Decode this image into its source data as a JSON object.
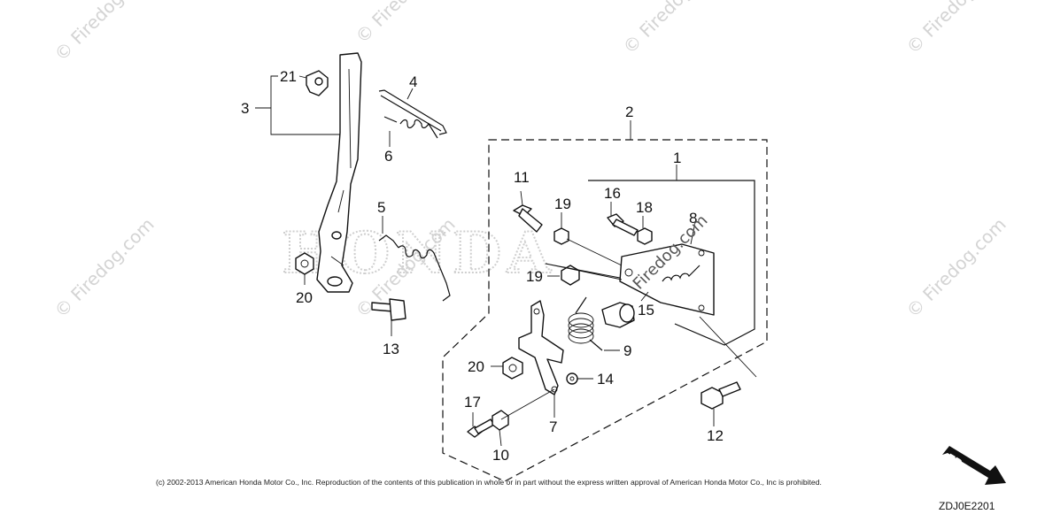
{
  "watermark": {
    "small_text": "© Firedog.com",
    "center_text": "HONDA",
    "overlay_text": "Firedog.com"
  },
  "labels": {
    "p1": "1",
    "p2": "2",
    "p3": "3",
    "p4": "4",
    "p5": "5",
    "p6": "6",
    "p7": "7",
    "p8": "8",
    "p9": "9",
    "p10": "10",
    "p11": "11",
    "p12": "12",
    "p13": "13",
    "p14": "14",
    "p15": "15",
    "p16": "16",
    "p17": "17",
    "p18": "18",
    "p19a": "19",
    "p19b": "19",
    "p20a": "20",
    "p20b": "20",
    "p21": "21"
  },
  "footer": {
    "copyright": "(c) 2002-2013 American Honda Motor Co., Inc. Reproduction of the contents of this publication in whole or in part without the express written approval of American Honda Motor Co., Inc is prohibited.",
    "diagram_code": "ZDJ0E2201",
    "direction_label": "FR."
  }
}
